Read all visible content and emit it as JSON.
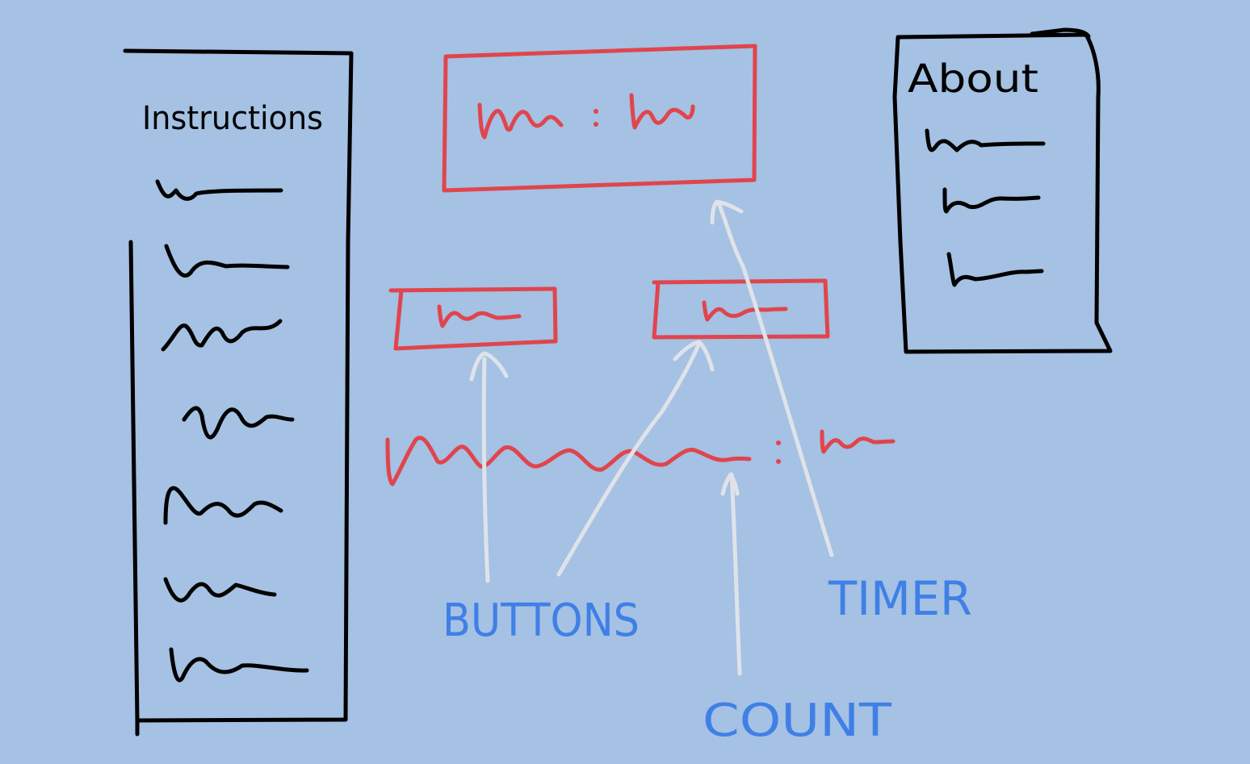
{
  "colors": {
    "background": "#a5c1e3",
    "ink": "#000000",
    "ui_element": "#e0454d",
    "arrow": "#dfe3e9",
    "annotation": "#3f80e6"
  },
  "panels": {
    "instructions": {
      "title": "Instructions",
      "scribble_lines": 7
    },
    "about": {
      "title": "About",
      "scribble_lines": 3
    }
  },
  "annotations": {
    "buttons": "BUTTONS",
    "timer": "TIMER",
    "count": "COUNT"
  }
}
